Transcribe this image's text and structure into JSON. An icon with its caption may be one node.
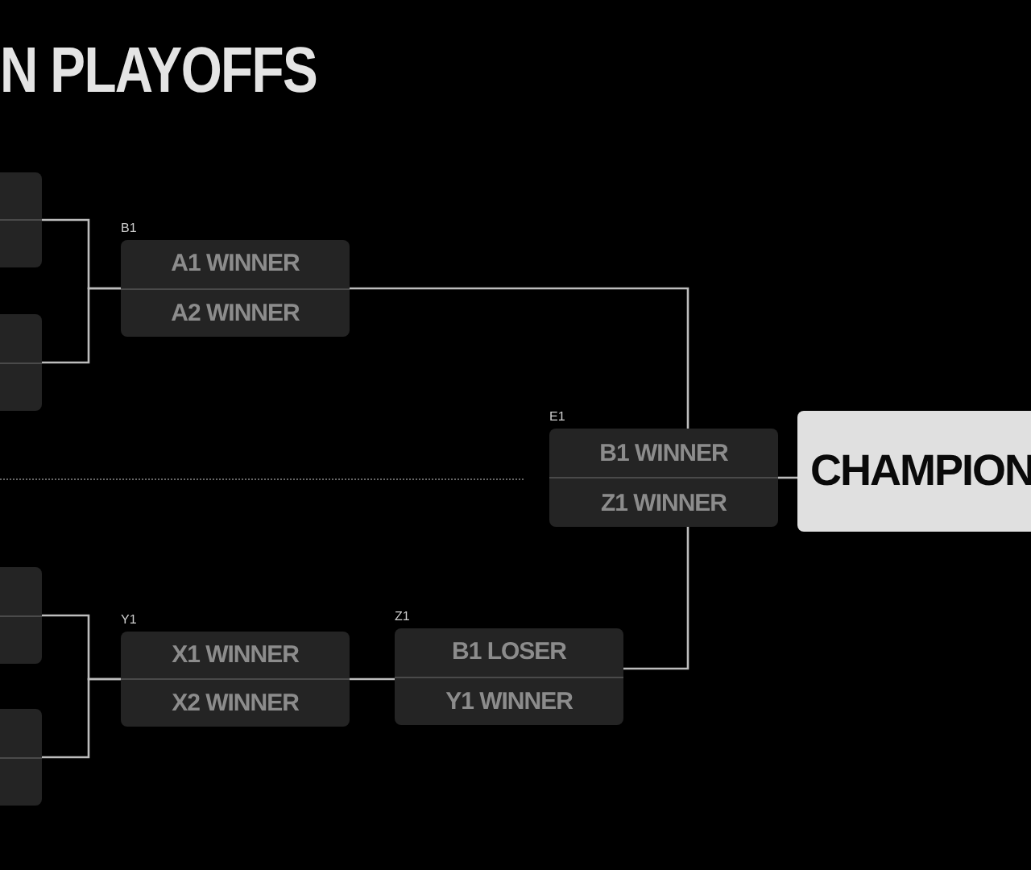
{
  "diagram": {
    "title": "N PLAYOFFS",
    "nodes": [
      {
        "text": [],
        "shape": "box"
      },
      {
        "text": [],
        "shape": "box"
      },
      {
        "text": [
          "B1",
          "A1 WINNER",
          "A2 WINNER"
        ]
      },
      {
        "text": [],
        "shape": "box"
      },
      {
        "text": [],
        "shape": "box"
      },
      {
        "text": [
          "Y1",
          "X1 WINNER",
          "X2 WINNER"
        ]
      },
      {
        "text": [
          "Z1",
          "B1 LOSER",
          "Y1 WINNER"
        ]
      },
      {
        "text": [
          "E1",
          "B1 WINNER",
          "Z1 WINNER"
        ]
      },
      {
        "text": [
          "CHAMPION"
        ]
      }
    ],
    "edges": [
      {
        "from": 0,
        "to": 2,
        "arrow": "none"
      },
      {
        "from": 1,
        "to": 2,
        "arrow": "none"
      },
      {
        "from": 3,
        "to": 5,
        "arrow": "none"
      },
      {
        "from": 4,
        "to": 5,
        "arrow": "none"
      },
      {
        "from": 2,
        "to": 7,
        "arrow": "none"
      },
      {
        "from": 5,
        "to": 6,
        "arrow": "none"
      },
      {
        "from": 6,
        "to": 7,
        "arrow": "none"
      },
      {
        "from": 7,
        "to": 8,
        "arrow": "none"
      }
    ]
  }
}
